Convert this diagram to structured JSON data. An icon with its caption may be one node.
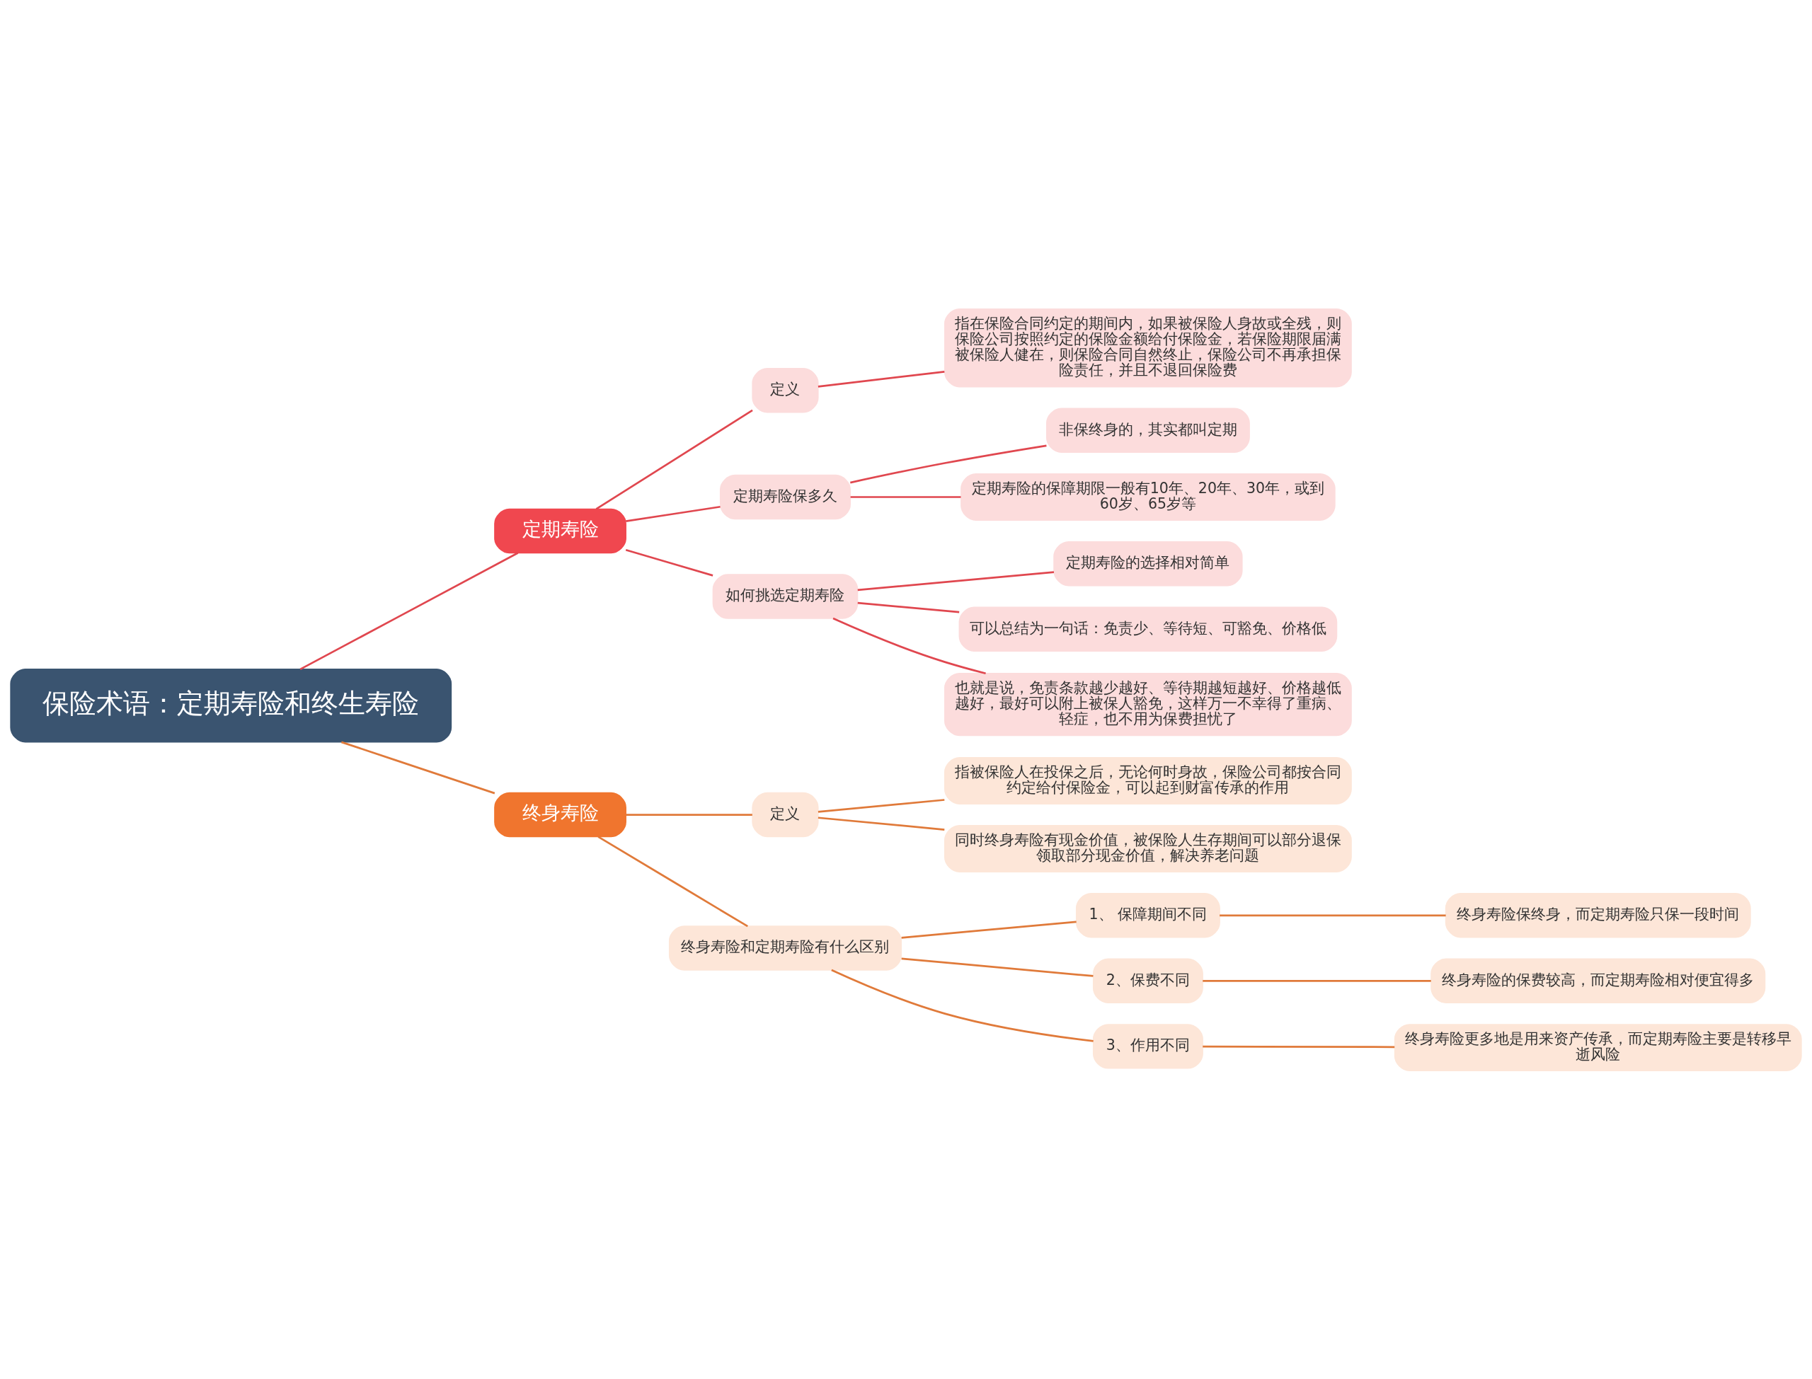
{
  "diagram": {
    "nodes": [
      {
        "text": [
          "保险术语：定期寿险和终生寿险"
        ]
      },
      {
        "text": [
          "定期寿险"
        ]
      },
      {
        "text": [
          "定义"
        ]
      },
      {
        "text": [
          "指在保险合同约定的期间内，如果被保险人身故或全残，则保险公司按照约定的保险金额给付保险金，若保险期限届满被保险人健在，则保险合同自然终止，保险公司不再承担保险责任，并且不退回保险费"
        ]
      },
      {
        "text": [
          "定期寿险保多久"
        ]
      },
      {
        "text": [
          "非保终身的，其实都叫定期"
        ]
      },
      {
        "text": [
          "定期寿险的保障期限一般有10年、20年、30年，或到60岁、65岁等"
        ]
      },
      {
        "text": [
          "如何挑选定期寿险"
        ]
      },
      {
        "text": [
          "定期寿险的选择相对简单"
        ]
      },
      {
        "text": [
          "可以总结为一句话：免责少、等待短、可豁免、价格低"
        ]
      },
      {
        "text": [
          "也就是说，免责条款越少越好、等待期越短越好、价格越低越好，最好可以附上被保人豁免，这样万一不幸得了重病、轻症，也不用为保费担忧了"
        ]
      },
      {
        "text": [
          "终身寿险"
        ]
      },
      {
        "text": [
          "定义"
        ]
      },
      {
        "text": [
          "指被保险人在投保之后，无论何时身故，保险公司都按合同约定给付保险金，可以起到财富传承的作用"
        ]
      },
      {
        "text": [
          "同时终身寿险有现金价值，被保险人生存期间可以部分退保领取部分现金价值，解决养老问题"
        ]
      },
      {
        "text": [
          "终身寿险和定期寿险有什么区别"
        ]
      },
      {
        "text": [
          "1、 保障期间不同"
        ]
      },
      {
        "text": [
          "终身寿险保终身，而定期寿险只保一段时间"
        ]
      },
      {
        "text": [
          "2、保费不同"
        ]
      },
      {
        "text": [
          "终身寿险的保费较高，而定期寿险相对便宜得多"
        ]
      },
      {
        "text": [
          "3、作用不同"
        ]
      },
      {
        "text": [
          "终身寿险更多地是用来资产传承，而定期寿险主要是转移早逝风险"
        ]
      }
    ],
    "edges": [
      {
        "from": 0,
        "to": 1,
        "arrow": "none",
        "color": "#e0474f"
      },
      {
        "from": 1,
        "to": 2,
        "arrow": "none",
        "color": "#e0474f"
      },
      {
        "from": 2,
        "to": 3,
        "arrow": "none",
        "color": "#e0474f"
      },
      {
        "from": 1,
        "to": 4,
        "arrow": "none",
        "color": "#e0474f"
      },
      {
        "from": 4,
        "to": 5,
        "arrow": "none",
        "color": "#e0474f"
      },
      {
        "from": 4,
        "to": 6,
        "arrow": "none",
        "color": "#e0474f"
      },
      {
        "from": 1,
        "to": 7,
        "arrow": "none",
        "color": "#e0474f"
      },
      {
        "from": 7,
        "to": 8,
        "arrow": "none",
        "color": "#e0474f"
      },
      {
        "from": 7,
        "to": 9,
        "arrow": "none",
        "color": "#e0474f"
      },
      {
        "from": 7,
        "to": 10,
        "arrow": "none",
        "color": "#e0474f"
      },
      {
        "from": 0,
        "to": 11,
        "arrow": "none"
      },
      {
        "from": 11,
        "to": 12,
        "arrow": "none"
      },
      {
        "from": 12,
        "to": 13,
        "arrow": "none"
      },
      {
        "from": 12,
        "to": 14,
        "arrow": "none"
      },
      {
        "from": 11,
        "to": 15,
        "arrow": "none"
      },
      {
        "from": 15,
        "to": 16,
        "arrow": "none"
      },
      {
        "from": 16,
        "to": 17,
        "arrow": "none"
      },
      {
        "from": 15,
        "to": 18,
        "arrow": "none"
      },
      {
        "from": 18,
        "to": 19,
        "arrow": "none"
      },
      {
        "from": 15,
        "to": 20,
        "arrow": "none"
      },
      {
        "from": 20,
        "to": 21,
        "arrow": "none"
      }
    ]
  }
}
